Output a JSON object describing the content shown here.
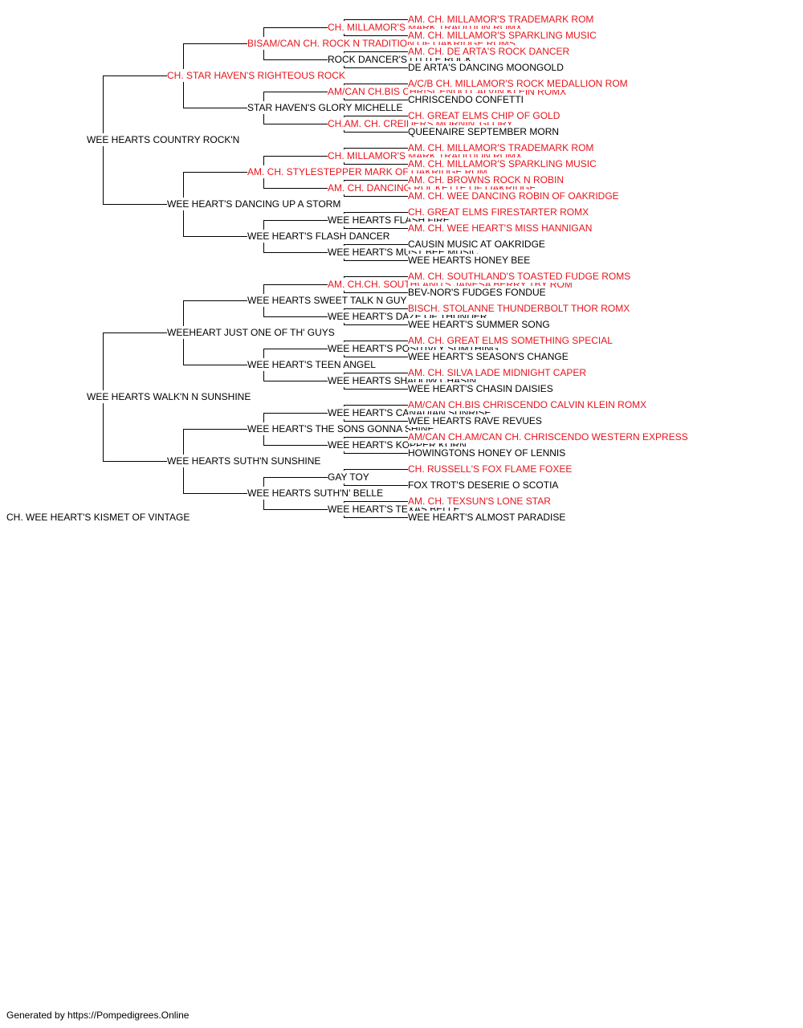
{
  "colors": {
    "champion": "#e8141c",
    "normal": "#000000",
    "line": "#000000"
  },
  "root": "CH. WEE HEART'S KISMET OF VINTAGE",
  "pedigree": [
    {
      "gen": 1,
      "slot": 0,
      "name": "WEE HEARTS COUNTRY ROCK'N",
      "ch": false
    },
    {
      "gen": 1,
      "slot": 1,
      "name": "WEE HEARTS WALK'N N SUNSHINE",
      "ch": false
    },
    {
      "gen": 2,
      "slot": 0,
      "name": "CH. STAR HAVEN'S RIGHTEOUS ROCK",
      "ch": true
    },
    {
      "gen": 2,
      "slot": 1,
      "name": "WEE HEART'S DANCING UP A STORM",
      "ch": false
    },
    {
      "gen": 2,
      "slot": 2,
      "name": "WEEHEART JUST ONE OF TH' GUYS",
      "ch": false
    },
    {
      "gen": 2,
      "slot": 3,
      "name": "WEE HEARTS SUTH'N SUNSHINE",
      "ch": false
    },
    {
      "gen": 3,
      "slot": 0,
      "name": "BISAM/CAN CH. ROCK N TRADITION OF OAKRIDGE ROMS",
      "ch": true
    },
    {
      "gen": 3,
      "slot": 1,
      "name": "STAR HAVEN'S GLORY MICHELLE",
      "ch": false
    },
    {
      "gen": 3,
      "slot": 2,
      "name": "AM. CH. STYLESTEPPER MARK OF OAKRIDGE ROM",
      "ch": true
    },
    {
      "gen": 3,
      "slot": 3,
      "name": "WEE HEART'S FLASH DANCER",
      "ch": false
    },
    {
      "gen": 3,
      "slot": 4,
      "name": "WEE HEARTS SWEET TALK N GUY",
      "ch": false
    },
    {
      "gen": 3,
      "slot": 5,
      "name": "WEE HEART'S TEEN ANGEL",
      "ch": false
    },
    {
      "gen": 3,
      "slot": 6,
      "name": "WEE HEART'S THE SONS GONNA SHINE",
      "ch": false
    },
    {
      "gen": 3,
      "slot": 7,
      "name": "WEE HEARTS SUTH'N' BELLE",
      "ch": false
    },
    {
      "gen": 4,
      "slot": 0,
      "name": "CH. MILLAMOR'S MARK TRADITION ROMX",
      "ch": true
    },
    {
      "gen": 4,
      "slot": 1,
      "name": "ROCK DANCER'S LITTLE ROCK",
      "ch": false
    },
    {
      "gen": 4,
      "slot": 2,
      "name": "AM/CAN CH.BIS CHRISCENDO CALVIN KLEIN ROMX",
      "ch": true
    },
    {
      "gen": 4,
      "slot": 3,
      "name": "CH.AM. CH. CREIDERS MORNIN' GLORY",
      "ch": true
    },
    {
      "gen": 4,
      "slot": 4,
      "name": "CH. MILLAMOR'S MARK TRADITION ROMX",
      "ch": true
    },
    {
      "gen": 4,
      "slot": 5,
      "name": "AM. CH. DANCING ROCKETTE OF OAKRIDGE",
      "ch": true
    },
    {
      "gen": 4,
      "slot": 6,
      "name": "WEE HEARTS FLASH FIRE",
      "ch": false
    },
    {
      "gen": 4,
      "slot": 7,
      "name": "WEE HEART'S MUST BEE MUSIC",
      "ch": false
    },
    {
      "gen": 4,
      "slot": 8,
      "name": "AM. CH.CH. SOUTHLAND'S JANESA BERRY TBY ROM",
      "ch": true
    },
    {
      "gen": 4,
      "slot": 9,
      "name": "WEE HEART'S DAZE OF THUNDER",
      "ch": false
    },
    {
      "gen": 4,
      "slot": 10,
      "name": "WEE HEART'S POSITIVLY SUMTHING",
      "ch": false
    },
    {
      "gen": 4,
      "slot": 11,
      "name": "WEE HEARTS SHADOW CHASIN",
      "ch": false
    },
    {
      "gen": 4,
      "slot": 12,
      "name": "WEE HEART'S CANADIAN SUNRISE",
      "ch": false
    },
    {
      "gen": 4,
      "slot": 13,
      "name": "WEE HEART'S KOPPER KORN",
      "ch": false
    },
    {
      "gen": 4,
      "slot": 14,
      "name": "GAY TOY",
      "ch": false
    },
    {
      "gen": 4,
      "slot": 15,
      "name": "WEE HEART'S TEXAS BELLE",
      "ch": false
    },
    {
      "gen": 5,
      "slot": 0,
      "name": "AM. CH. MILLAMOR'S TRADEMARK ROM",
      "ch": true
    },
    {
      "gen": 5,
      "slot": 1,
      "name": "AM. CH. MILLAMOR'S SPARKLING MUSIC",
      "ch": true
    },
    {
      "gen": 5,
      "slot": 2,
      "name": "AM. CH. DE ARTA'S ROCK DANCER",
      "ch": true
    },
    {
      "gen": 5,
      "slot": 3,
      "name": "DE ARTA'S DANCING MOONGOLD",
      "ch": false
    },
    {
      "gen": 5,
      "slot": 4,
      "name": "A/C/B CH. MILLAMOR'S ROCK MEDALLION ROM",
      "ch": true
    },
    {
      "gen": 5,
      "slot": 5,
      "name": "CHRISCENDO CONFETTI",
      "ch": false
    },
    {
      "gen": 5,
      "slot": 6,
      "name": "CH. GREAT ELMS CHIP OF GOLD",
      "ch": true
    },
    {
      "gen": 5,
      "slot": 7,
      "name": "QUEENAIRE SEPTEMBER MORN",
      "ch": false
    },
    {
      "gen": 5,
      "slot": 8,
      "name": "AM. CH. MILLAMOR'S TRADEMARK ROM",
      "ch": true
    },
    {
      "gen": 5,
      "slot": 9,
      "name": "AM. CH. MILLAMOR'S SPARKLING MUSIC",
      "ch": true
    },
    {
      "gen": 5,
      "slot": 10,
      "name": "AM. CH. BROWNS ROCK N ROBIN",
      "ch": true
    },
    {
      "gen": 5,
      "slot": 11,
      "name": "AM. CH. WEE DANCING ROBIN OF OAKRIDGE",
      "ch": true
    },
    {
      "gen": 5,
      "slot": 12,
      "name": "CH. GREAT ELMS FIRESTARTER ROMX",
      "ch": true
    },
    {
      "gen": 5,
      "slot": 13,
      "name": "AM. CH. WEE HEART'S MISS HANNIGAN",
      "ch": true
    },
    {
      "gen": 5,
      "slot": 14,
      "name": "CAUSIN MUSIC AT OAKRIDGE",
      "ch": false
    },
    {
      "gen": 5,
      "slot": 15,
      "name": "WEE HEARTS HONEY BEE",
      "ch": false
    },
    {
      "gen": 5,
      "slot": 16,
      "name": "AM. CH. SOUTHLAND'S TOASTED FUDGE ROMS",
      "ch": true
    },
    {
      "gen": 5,
      "slot": 17,
      "name": "BEV-NOR'S FUDGES FONDUE",
      "ch": false
    },
    {
      "gen": 5,
      "slot": 18,
      "name": "BISCH. STOLANNE THUNDERBOLT THOR ROMX",
      "ch": true
    },
    {
      "gen": 5,
      "slot": 19,
      "name": "WEE HEART'S SUMMER SONG",
      "ch": false
    },
    {
      "gen": 5,
      "slot": 20,
      "name": "AM. CH. GREAT ELMS SOMETHING SPECIAL",
      "ch": true
    },
    {
      "gen": 5,
      "slot": 21,
      "name": "WEE HEART'S SEASON'S CHANGE",
      "ch": false
    },
    {
      "gen": 5,
      "slot": 22,
      "name": "AM. CH. SILVA LADE MIDNIGHT CAPER",
      "ch": true
    },
    {
      "gen": 5,
      "slot": 23,
      "name": "WEE HEART'S CHASIN DAISIES",
      "ch": false
    },
    {
      "gen": 5,
      "slot": 24,
      "name": "AM/CAN CH.BIS CHRISCENDO CALVIN KLEIN ROMX",
      "ch": true
    },
    {
      "gen": 5,
      "slot": 25,
      "name": "WEE HEARTS RAVE REVUES",
      "ch": false
    },
    {
      "gen": 5,
      "slot": 26,
      "name": "AM/CAN CH.AM/CAN CH. CHRISCENDO WESTERN EXPRESS",
      "ch": true
    },
    {
      "gen": 5,
      "slot": 27,
      "name": "HOWINGTONS HONEY OF LENNIS",
      "ch": false
    },
    {
      "gen": 5,
      "slot": 28,
      "name": "CH. RUSSELL'S FOX FLAME FOXEE",
      "ch": true
    },
    {
      "gen": 5,
      "slot": 29,
      "name": "FOX TROT'S DESERIE O SCOTIA",
      "ch": false
    },
    {
      "gen": 5,
      "slot": 30,
      "name": "AM. CH. TEXSUN'S LONE STAR",
      "ch": true
    },
    {
      "gen": 5,
      "slot": 31,
      "name": "WEE HEART'S ALMOST PARADISE",
      "ch": false
    }
  ],
  "footer": "Generated by https://Pompedigrees.Online"
}
